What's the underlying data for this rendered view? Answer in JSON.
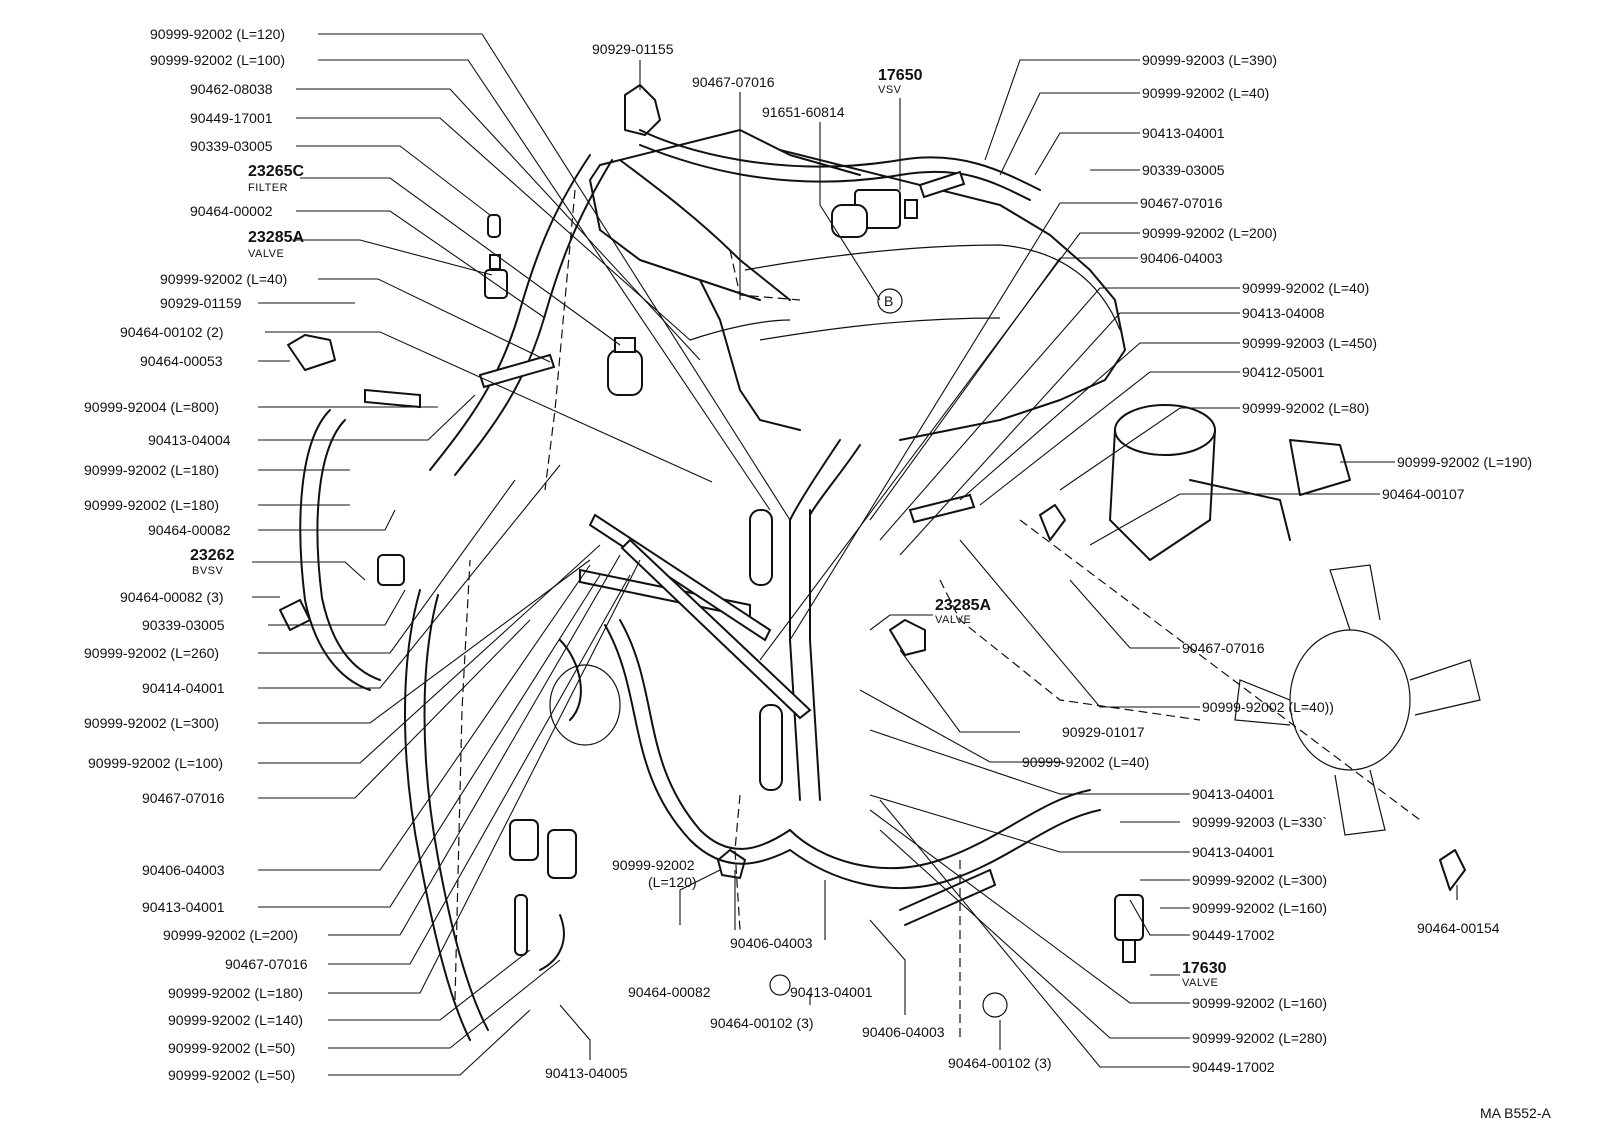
{
  "labels": {
    "l01": "90999-92002 (L=120)",
    "l02": "90999-92002 (L=100)",
    "l03": "90462-08038",
    "l04": "90449-17001",
    "l05": "90339-03005",
    "l06": "23265C",
    "l06s": "FILTER",
    "l07": "90464-00002",
    "l08": "23285A",
    "l08s": "VALVE",
    "l09": "90999-92002 (L=40)",
    "l10": "90929-01159",
    "l11": "90464-00102 (2)",
    "l12": "90464-00053",
    "l13": "90999-92004 (L=800)",
    "l14": "90413-04004",
    "l15": "90999-92002 (L=180)",
    "l16": "90999-92002 (L=180)",
    "l17": "90464-00082",
    "l18": "23262",
    "l18s": "BVSV",
    "l19": "90464-00082 (3)",
    "l20": "90339-03005",
    "l21": "90999-92002 (L=260)",
    "l22": "90414-04001",
    "l23": "90999-92002 (L=300)",
    "l24": "90999-92002 (L=100)",
    "l25": "90467-07016",
    "l26": "90406-04003",
    "l27": "90413-04001",
    "l28": "90999-92002 (L=200)",
    "l29": "90467-07016",
    "l30": "90999-92002 (L=180)",
    "l31": "90999-92002 (L=140)",
    "l32": "90999-92002 (L=50)",
    "l33": "90999-92002 (L=50)",
    "t01": "90929-01155",
    "t02": "90467-07016",
    "t03": "17650",
    "t03s": "VSV",
    "t04": "91651-60814",
    "r01": "90999-92003 (L=390)",
    "r02": "90999-92002 (L=40)",
    "r03": "90413-04001",
    "r04": "90339-03005",
    "r05": "90467-07016",
    "r06": "90999-92002 (L=200)",
    "r07": "90406-04003",
    "r08": "90999-92002 (L=40)",
    "r09": "90413-04008",
    "r10": "90999-92003 (L=450)",
    "r11": "90412-05001",
    "r12": "90999-92002 (L=80)",
    "r13": "90999-92002 (L=190)",
    "r14": "90464-00107",
    "r15": "90467-07016",
    "r16": "90999-92002 (L=40))",
    "r17": "90929-01017",
    "r18": "90999-92002 (L=40)",
    "r19": "90413-04001",
    "r20": "90999-92003 (L=330`",
    "r21": "90413-04001",
    "r22": "90999-92002 (L=300)",
    "r23": "90999-92002 (L=160)",
    "r24": "90449-17002",
    "r25": "17630",
    "r25s": "VALVE",
    "r26": "90999-92002 (L=160)",
    "r27": "90999-92002 (L=280)",
    "r28": "90449-17002",
    "r29": "90464-00154",
    "m01": "23285A",
    "m01s": "VALVE",
    "b01": "90999-92002",
    "b01b": "(L=120)",
    "b02": "90406-04003",
    "b03": "90464-00082",
    "b04": "90464-00102 (3)",
    "b05": "90413-04001",
    "b06": "90406-04003",
    "b07": "90464-00102 (3)",
    "b08": "90413-04005",
    "mark_b": "B",
    "footer": "MA  B552-A"
  }
}
